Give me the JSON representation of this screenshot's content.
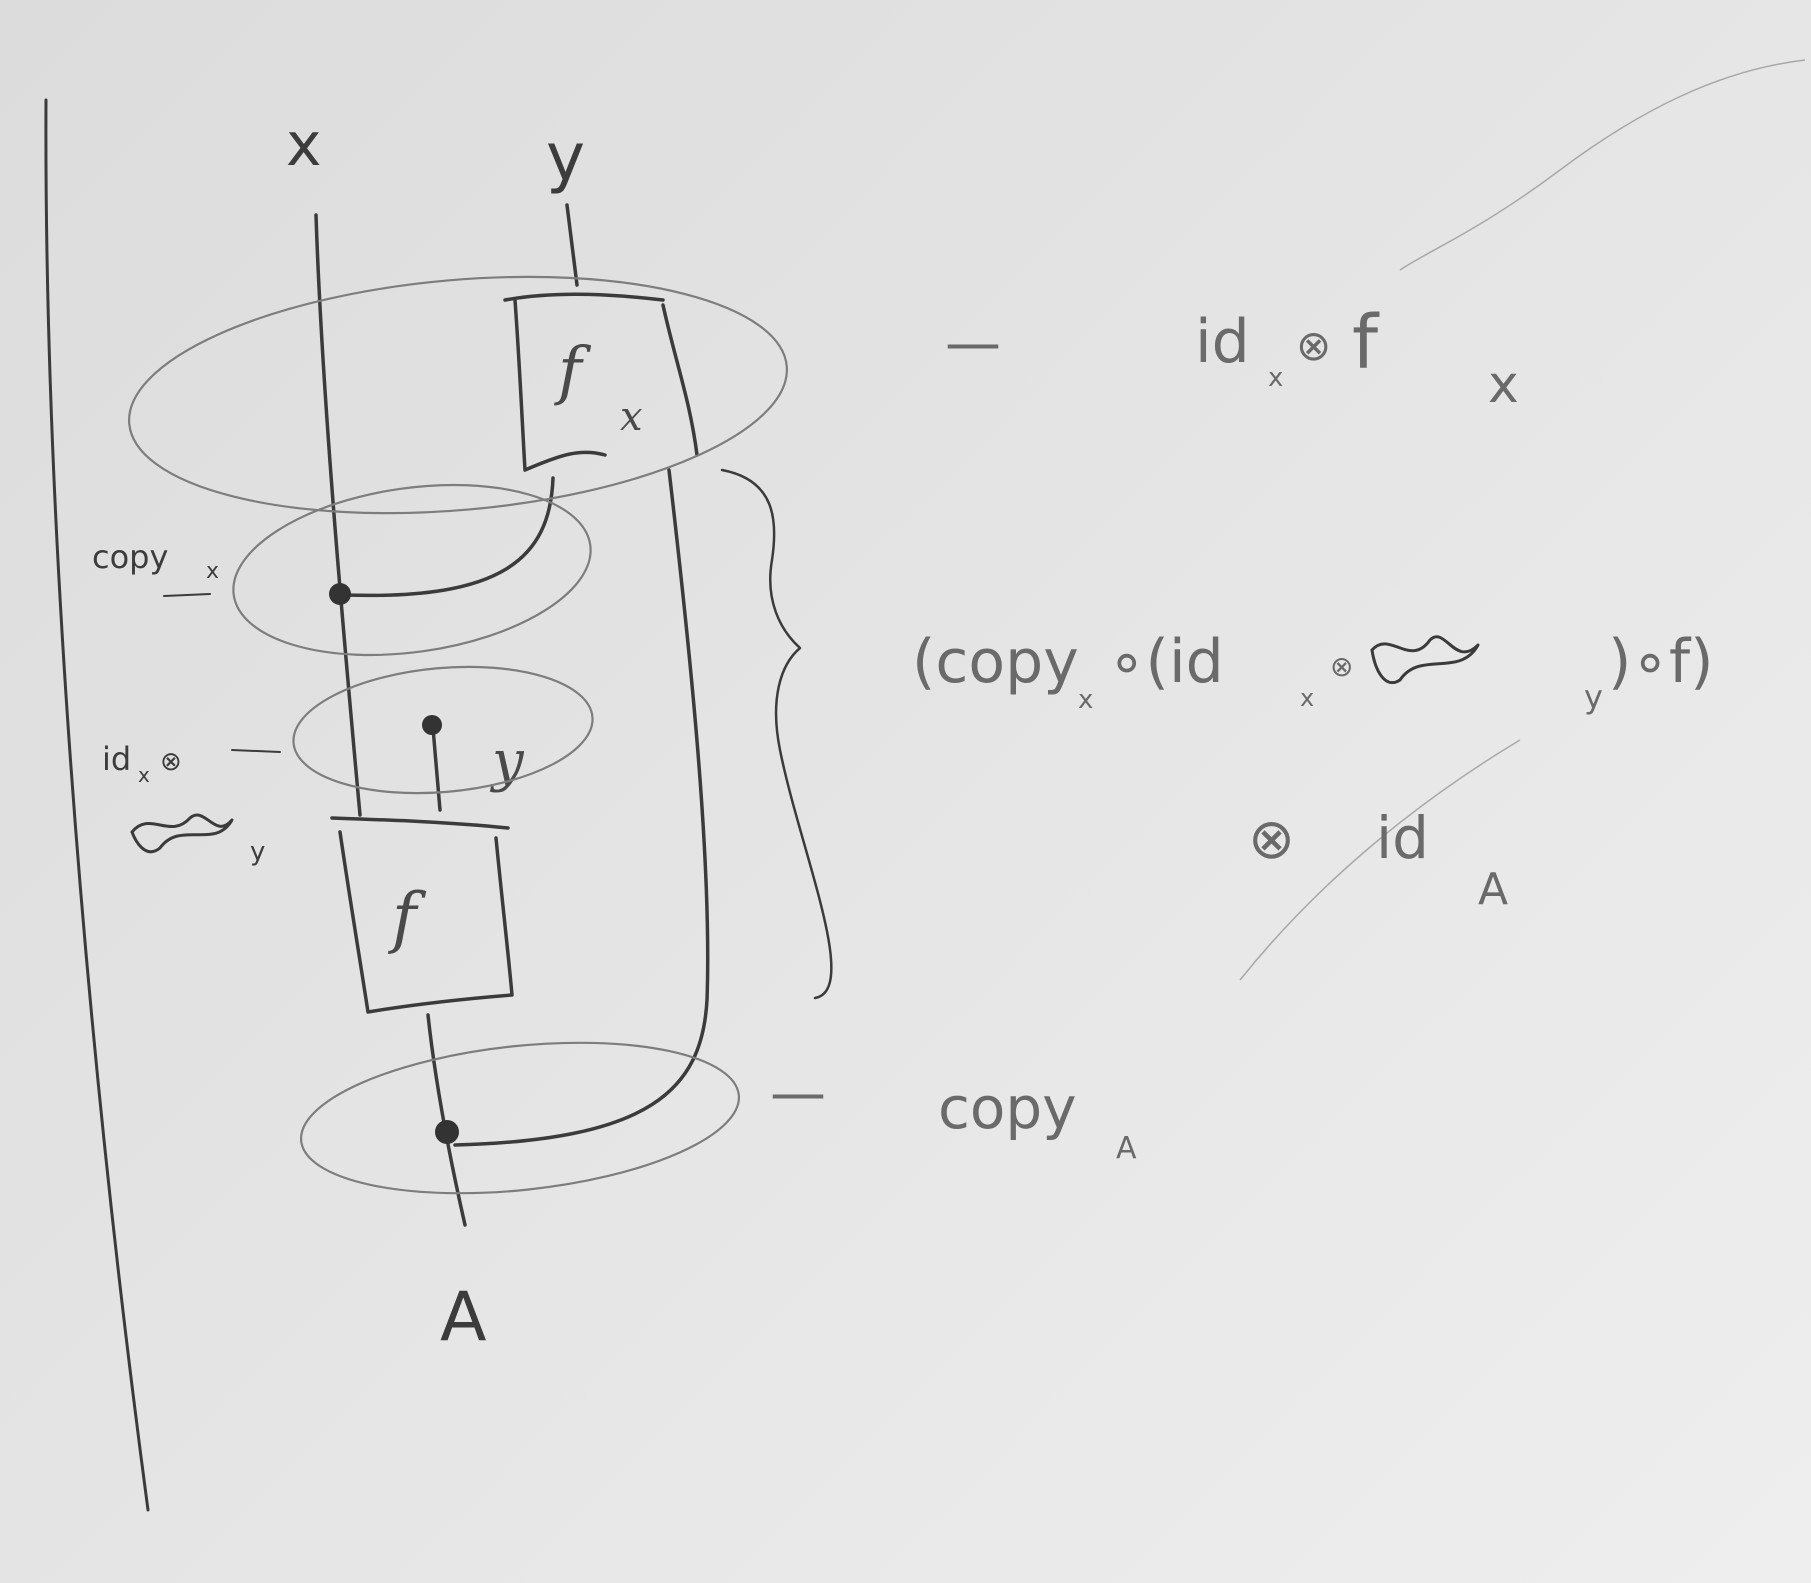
{
  "diagram": {
    "wires": {
      "top_left": "x",
      "top_right": "y",
      "bottom": "A",
      "copied_y": "y"
    },
    "boxes": {
      "fx": "f",
      "fx_sub": "x",
      "f": "f"
    },
    "side_labels": {
      "copy_x": "copy",
      "copy_x_sub": "x",
      "idx_del": "id",
      "idx_del_sub": "x",
      "idx_del_op": "⊗",
      "idx_del_y": "y"
    },
    "annotations": {
      "top": {
        "dash": "—",
        "text": "id",
        "sub1": "x",
        "op": "⊗",
        "f": "f",
        "sub2": "x"
      },
      "middle": {
        "line1": "(copy",
        "line1_sub": "x",
        "line1_rest": "∘(id",
        "line1_sub2": "x",
        "line1_op": "⊗",
        "line1_sub3": "y",
        "line1_end": ")∘f)",
        "line2_op": "⊗",
        "line2_text": "id",
        "line2_sub": "A"
      },
      "bottom": {
        "dash": "—",
        "text": "copy",
        "sub": "A"
      }
    }
  }
}
